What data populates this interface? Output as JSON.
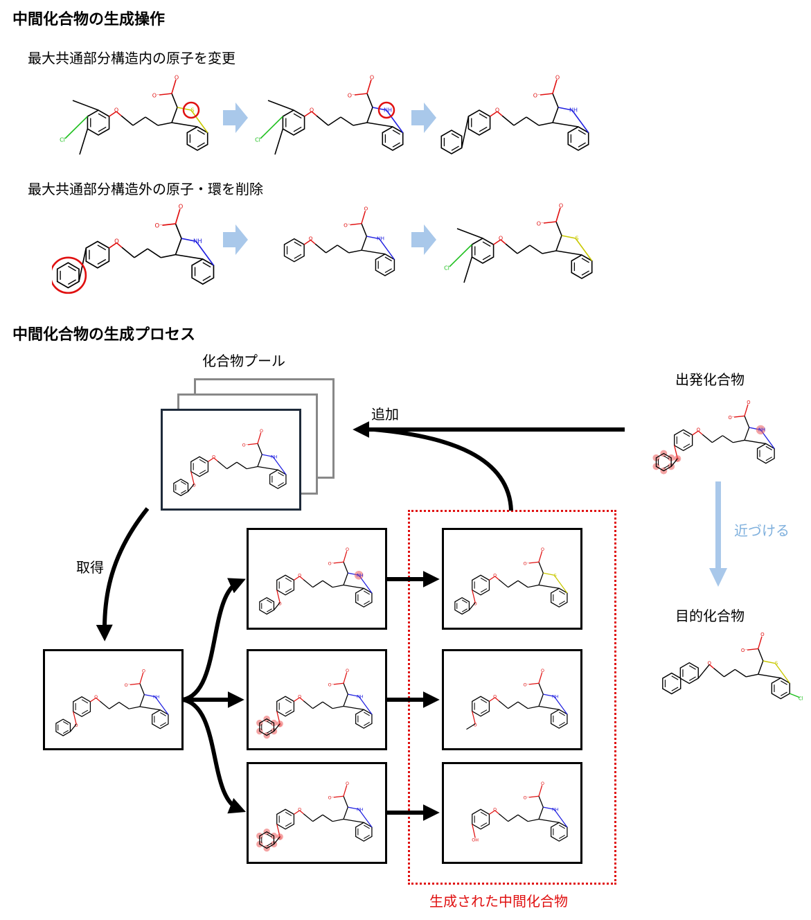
{
  "section1": {
    "title": "中間化合物の生成操作",
    "row1_label": "最大共通部分構造内の原子を変更",
    "row2_label": "最大共通部分構造外の原子・環を削除"
  },
  "section2": {
    "title": "中間化合物の生成プロセス",
    "pool_label": "化合物プール",
    "add_label": "追加",
    "acquire_label": "取得",
    "start_label": "出発化合物",
    "approach_label": "近づける",
    "target_label": "目的化合物",
    "generated_label": "生成された中間化合物"
  },
  "colors": {
    "arrow_blue": "#a9c8ea",
    "highlight_red": "#e01010",
    "atom_oxygen": "#e01010",
    "atom_nitrogen": "#2020e0",
    "atom_sulfur": "#c8c800",
    "atom_chlorine": "#20c020",
    "approach_text": "#7fb0dd"
  },
  "atoms": {
    "O": "O",
    "Ominus": "O⁻",
    "NH": "NH",
    "S": "S",
    "Cl": "Cl",
    "OH": "OH"
  },
  "molecules": {
    "op_row1": [
      {
        "name": "chlorodimethylphenoxy-propyl-benzothiophene",
        "head": "S",
        "tail": "Cl-dimethyl",
        "circled": "S"
      },
      {
        "name": "chlorodimethylphenoxy-propyl-indole",
        "head": "NH",
        "tail": "Cl-dimethyl",
        "circled": "NH"
      },
      {
        "name": "biphenyloxy-propyl-indole",
        "head": "NH",
        "tail": "biphenyl"
      }
    ],
    "op_row2": [
      {
        "name": "biphenyloxy-propyl-indole",
        "head": "NH",
        "tail": "biphenyl",
        "circled": "terminal-phenyl"
      },
      {
        "name": "phenoxy-propyl-indole",
        "head": "NH",
        "tail": "phenyl"
      },
      {
        "name": "chlorodimethylphenoxy-propyl-benzothiophene",
        "head": "S",
        "tail": "Cl-dimethyl"
      }
    ],
    "pool_front": {
      "head": "NH",
      "tail": "phenoxyphenyl"
    },
    "start": {
      "head": "NH",
      "tail": "phenoxyphenyl",
      "highlight": [
        "NH",
        "phenoxy-ring"
      ]
    },
    "target": {
      "head": "S",
      "tail": "naphthyl",
      "extra": "Cl"
    },
    "acquired": {
      "head": "NH",
      "tail": "phenoxyphenyl"
    },
    "candidates": [
      {
        "head": "NH",
        "tail": "phenoxyphenyl",
        "highlight": [
          "NH"
        ]
      },
      {
        "head": "NH",
        "tail": "phenoxyphenyl",
        "highlight": [
          "phenoxy-ring"
        ]
      },
      {
        "head": "NH",
        "tail": "phenoxyphenyl",
        "highlight": [
          "phenoxy-ring"
        ]
      }
    ],
    "generated": [
      {
        "head": "S",
        "tail": "phenoxyphenyl"
      },
      {
        "head": "NH",
        "tail": "methoxyphenyl"
      },
      {
        "head": "NH",
        "tail": "hydroxyphenyl"
      }
    ]
  }
}
